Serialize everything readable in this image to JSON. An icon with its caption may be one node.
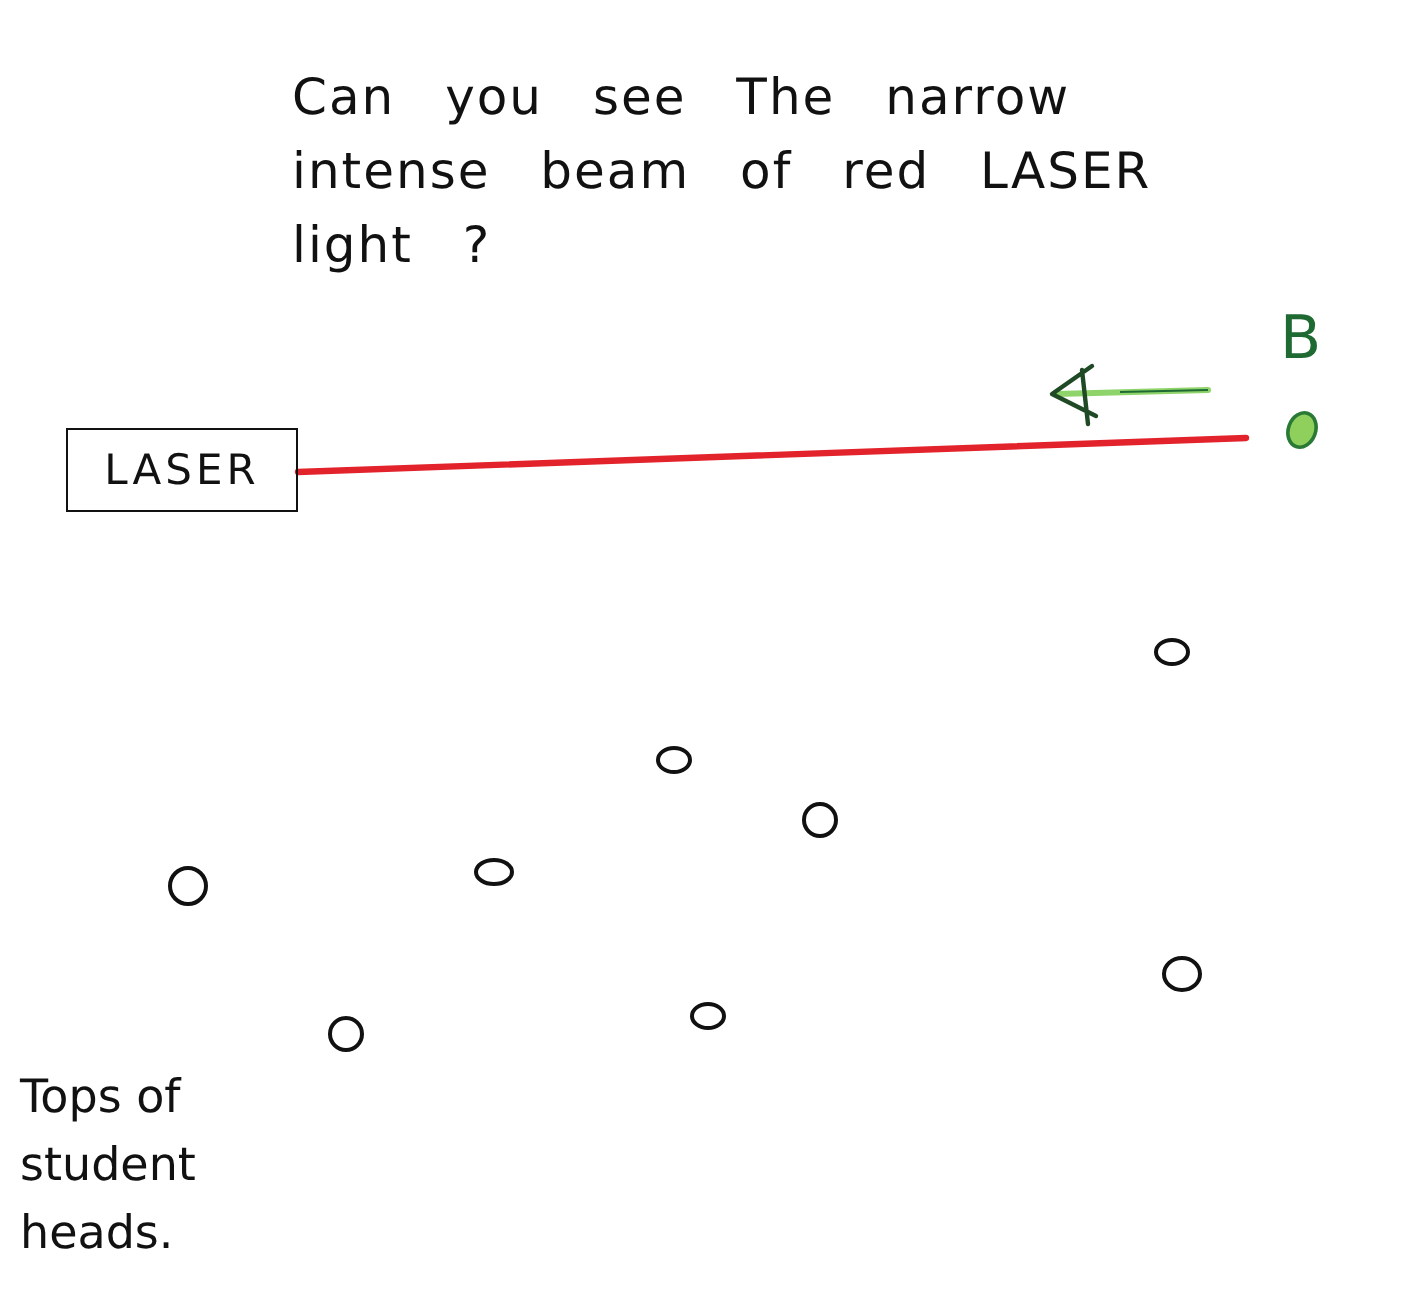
{
  "diagram": {
    "title": "Can you see The narrow intense beam of red LASER light ?",
    "nodes": [
      {
        "text": [
          "LASER"
        ]
      },
      {
        "text": [],
        "shape": "circle",
        "beside": [
          "B"
        ]
      }
    ],
    "edges": [
      {
        "from": 0,
        "to": 1,
        "arrow": "none",
        "color": "#e3232b"
      }
    ],
    "labels": [
      "Tops of student heads."
    ]
  }
}
